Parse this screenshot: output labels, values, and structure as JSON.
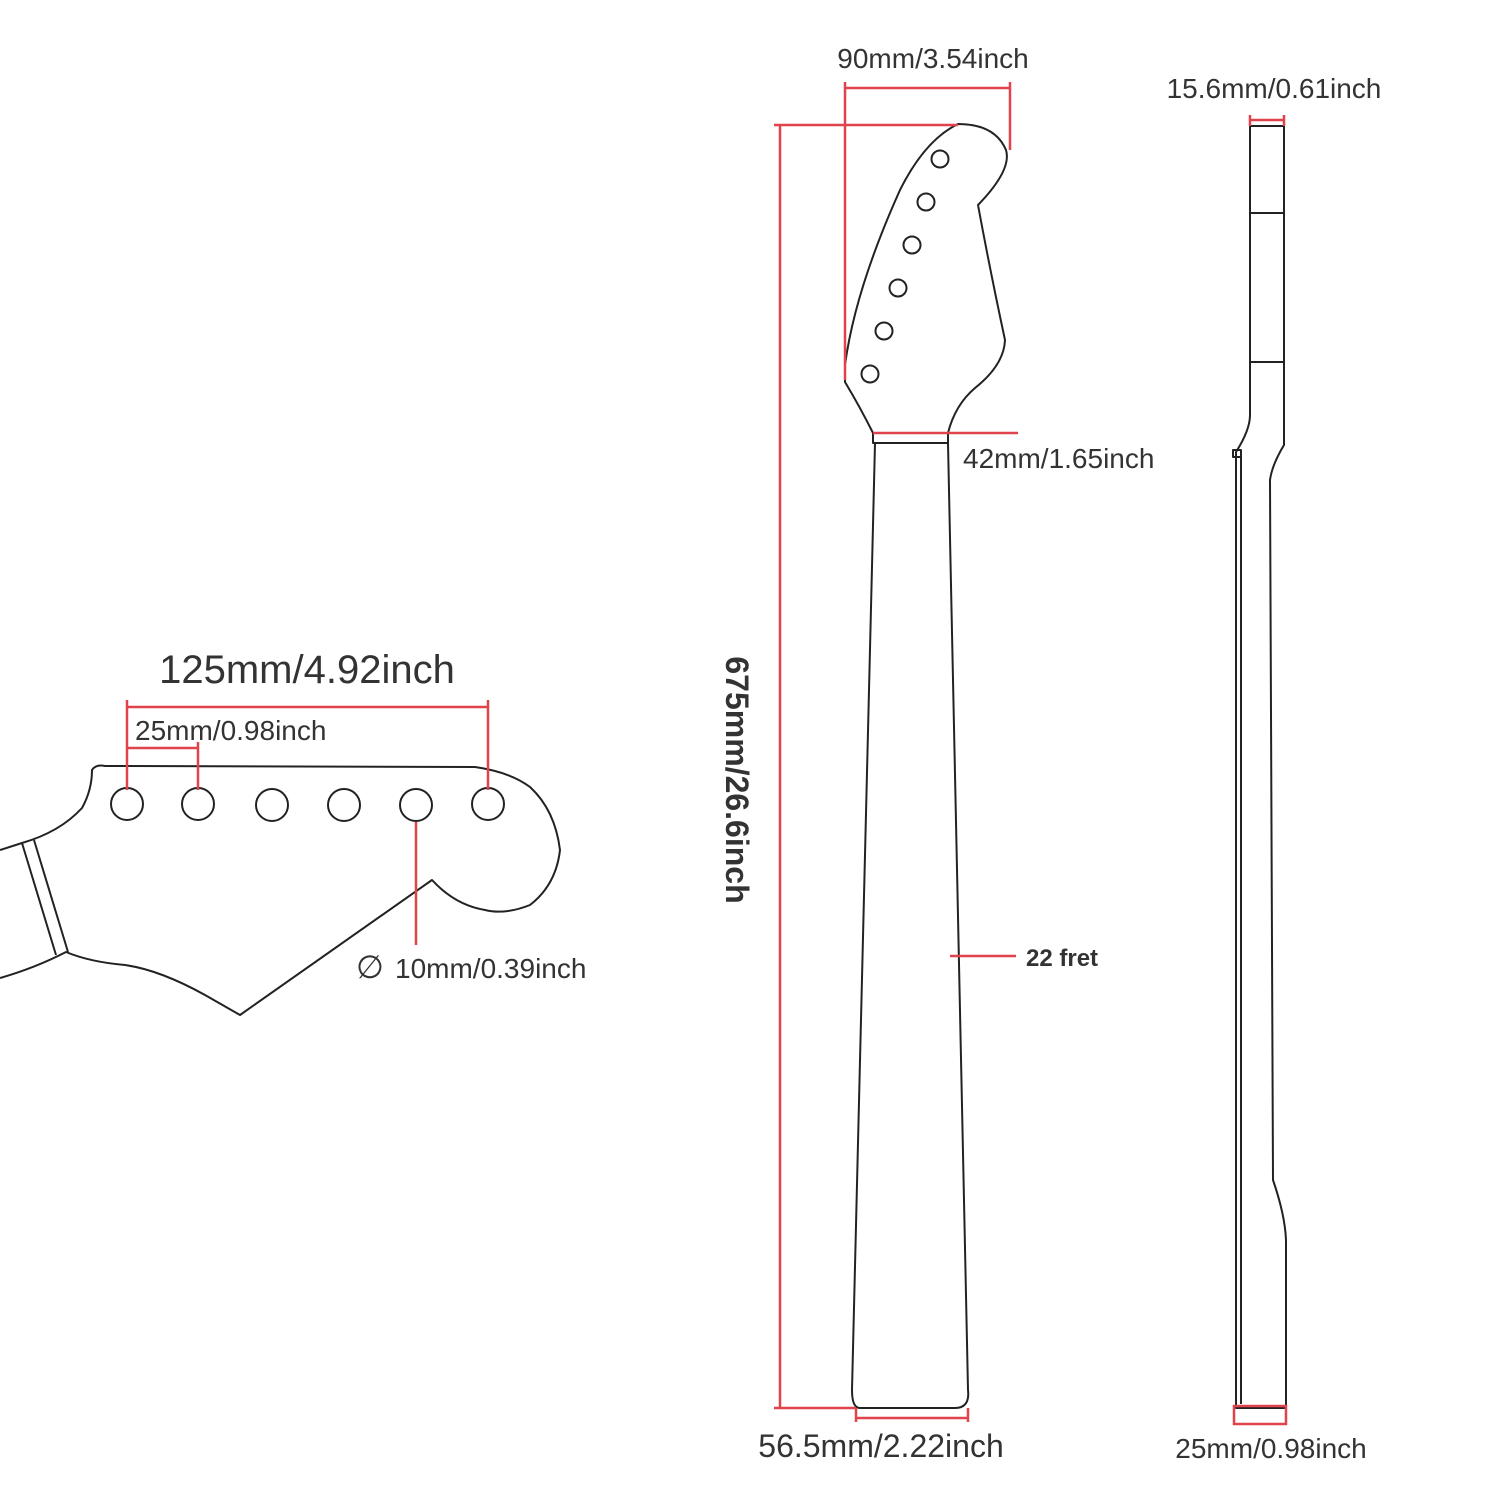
{
  "colors": {
    "dimension_line": "#e0434b",
    "outline": "#222222",
    "label_text": "#333333",
    "background": "#ffffff"
  },
  "headstock_detail": {
    "overall_width": "125mm/4.92inch",
    "hole_spacing": "25mm/0.98inch",
    "hole_diameter": "10mm/0.39inch",
    "diameter_symbol": "∅"
  },
  "neck_front": {
    "headstock_width": "90mm/3.54inch",
    "nut_width": "42mm/1.65inch",
    "total_length": "675mm/26.6inch",
    "heel_width": "56.5mm/2.22inch",
    "frets": "22 fret"
  },
  "neck_side": {
    "headstock_thickness": "15.6mm/0.61inch",
    "heel_thickness": "25mm/0.98inch"
  }
}
